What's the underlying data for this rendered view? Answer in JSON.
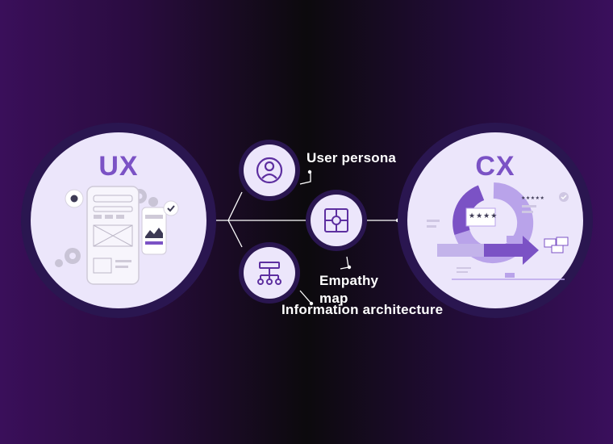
{
  "diagram": {
    "left_title": "UX",
    "right_title": "CX",
    "labels": {
      "user_persona": "User persona",
      "empathy_line1": "Empathy",
      "empathy_line2": "map",
      "info_arch": "Information architecture"
    },
    "cx_rating": "★★★★",
    "cx_stars_small": "★★★★★"
  },
  "colors": {
    "accent_purple": "#7b52c5",
    "circle_fill": "#ece6fb",
    "ring_dark": "#2a1650",
    "ring_light": "#b9a3ea",
    "line": "#ffffff"
  },
  "icons": [
    "user-persona-icon",
    "empathy-map-icon",
    "information-architecture-icon",
    "gear-icon",
    "check-icon"
  ]
}
